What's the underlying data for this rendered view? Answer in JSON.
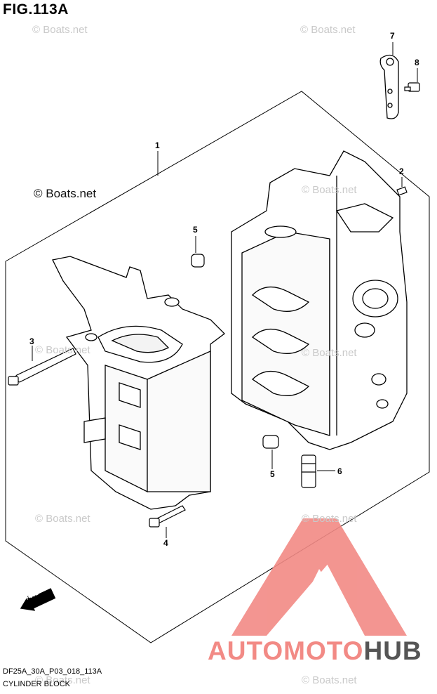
{
  "figure": {
    "title": "FIG.113A",
    "code": "DF25A_30A_P03_018_113A",
    "caption": "CYLINDER BLOCK",
    "fwd_label": "FWD"
  },
  "callouts": [
    "1",
    "2",
    "3",
    "4",
    "5",
    "5",
    "6",
    "7",
    "8"
  ],
  "watermarks": {
    "small": "© Boats.net",
    "large": "© Boats.net"
  },
  "brand": {
    "part1": "AUTOMOTO",
    "part2": "HUB",
    "color_light": "#f28a85",
    "color_dark": "#555555"
  }
}
